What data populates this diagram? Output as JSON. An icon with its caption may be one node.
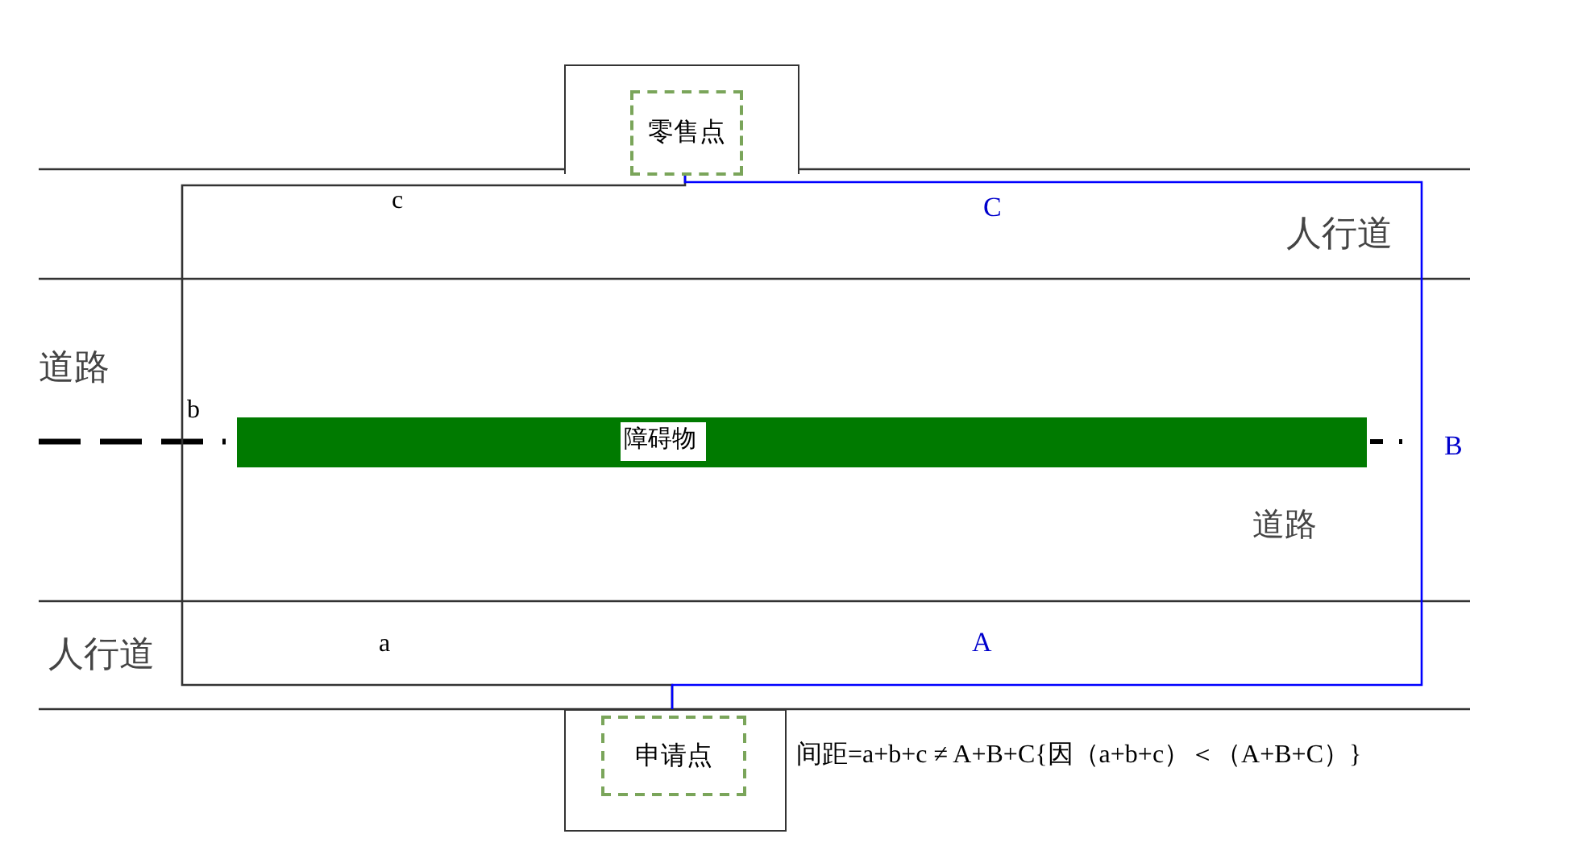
{
  "diagram": {
    "nodes": [
      {
        "text": [],
        "shape": "box"
      },
      {
        "text": [
          "零售点"
        ],
        "in": 0
      },
      {
        "text": [
          "障碍物"
        ]
      },
      {
        "text": [],
        "shape": "box"
      },
      {
        "text": [
          "申请点"
        ],
        "in": 3
      }
    ],
    "edges": [
      {
        "from": 4,
        "to": 1,
        "arrow": "none"
      },
      {
        "from": 4,
        "to": 1,
        "arrow": "none",
        "color": "#0000ff"
      }
    ],
    "labels": [
      "c",
      "C",
      "人行道",
      "道路",
      "b",
      "B",
      "道路",
      "人行道",
      "a",
      "A",
      "间距=a+b+c ≠ A+B+C{因（a+b+c）＜（A+B+C）}"
    ]
  }
}
